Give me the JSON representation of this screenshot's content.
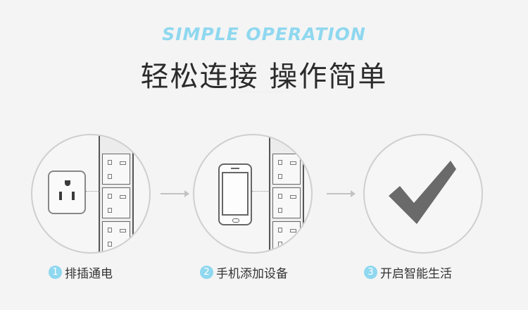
{
  "header": {
    "eyebrow": "SIMPLE OPERATION",
    "title": "轻松连接 操作简单"
  },
  "steps": [
    {
      "number": "1",
      "label": "排插通电",
      "icon": "wall-socket-icon"
    },
    {
      "number": "2",
      "label": "手机添加设备",
      "icon": "smartphone-icon"
    },
    {
      "number": "3",
      "label": "开启智能生活",
      "icon": "checkmark-icon"
    }
  ],
  "colors": {
    "accent": "#8fd8ef",
    "title": "#2b2b2b",
    "checkmark": "#6a6a6a"
  }
}
